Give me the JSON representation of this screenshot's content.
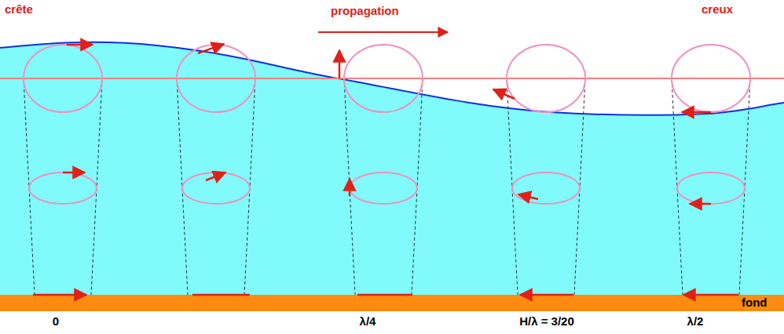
{
  "diagram": {
    "labels": [
      "crête",
      "propagation",
      "creux",
      "0",
      "λ/4",
      "H/λ = 3/20",
      "λ/2",
      "fond"
    ]
  }
}
